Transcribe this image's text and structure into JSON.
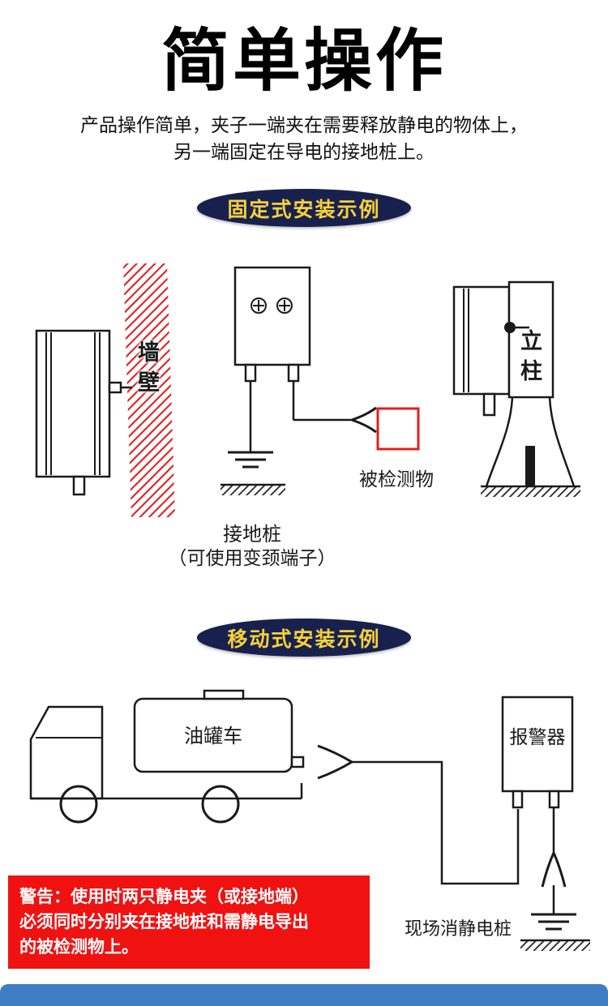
{
  "header": {
    "title": "简单操作",
    "description_line1": "产品操作简单，夹子一端夹在需要释放静电的物体上，",
    "description_line2": "另一端固定在导电的接地桩上。"
  },
  "fixed_section": {
    "badge_label": "固定式安装示例",
    "wall_label": "墙壁",
    "post_label": "立柱",
    "detected_object_label": "被检测物",
    "ground_pile_label": "接地桩",
    "ground_pile_note": "（可使用变颈端子）"
  },
  "mobile_section": {
    "badge_label": "移动式安装示例",
    "tanker_label": "油罐车",
    "alarm_label": "报警器",
    "site_pile_label": "现场消静电桩"
  },
  "warning": {
    "line1": "警告：使用时两只静电夹（或接地端）",
    "line2": "必须同时分别夹在接地桩和需静电导出",
    "line3": "的被检测物上。"
  },
  "colors": {
    "badge_background": "#18214d",
    "badge_text": "#f7d139",
    "warning_background": "#f01111",
    "warning_text": "#ffffff",
    "wall_hatch_red": "#e02020",
    "detected_object_red": "#e02020",
    "bottom_bar_blue": "#3f7dc4",
    "diagram_line": "#1a1a1a"
  }
}
